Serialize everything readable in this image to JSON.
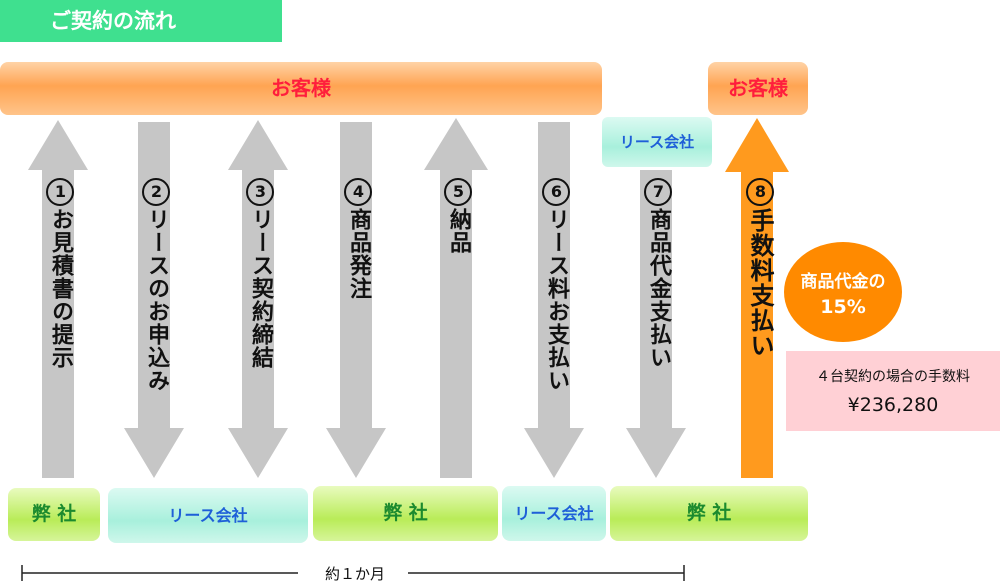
{
  "title": "ご契約の流れ",
  "customer_left": "お客様",
  "customer_right": "お客様",
  "lease_company_top": "リース会社",
  "bottom": {
    "box1": "弊 社",
    "box2": "リース会社",
    "box3": "弊 社",
    "box4": "リース会社",
    "box5": "弊 社"
  },
  "steps": [
    {
      "num": "1",
      "label": "お見積書の提示",
      "direction": "up"
    },
    {
      "num": "2",
      "label": "リースのお申込み",
      "direction": "down"
    },
    {
      "num": "3",
      "label": "リース契約締結",
      "direction": "both"
    },
    {
      "num": "4",
      "label": "商品発注",
      "direction": "down"
    },
    {
      "num": "5",
      "label": "納品",
      "direction": "up"
    },
    {
      "num": "6",
      "label": "リース料お支払い",
      "direction": "down"
    },
    {
      "num": "7",
      "label": "商品代金支払い",
      "direction": "down"
    },
    {
      "num": "8",
      "label": "手数料支払い",
      "direction": "up"
    }
  ],
  "commission": {
    "line1": "商品代金の",
    "line2": "15%"
  },
  "fee_example": {
    "label": "４台契約の場合の手数料",
    "value": "¥236,280"
  },
  "period": "約１か月",
  "colors": {
    "title_green": "#3fe08f",
    "customer_orange": "#ffa452",
    "customer_text": "#ff1e3c",
    "gray_arrow": "#c6c6c6",
    "orange_arrow": "#ff9a1e",
    "green_box": "#b9ec58",
    "mint_box": "#a8f0dc",
    "commission_orange": "#ff8a00",
    "fee_pink": "#ffd0d5"
  }
}
